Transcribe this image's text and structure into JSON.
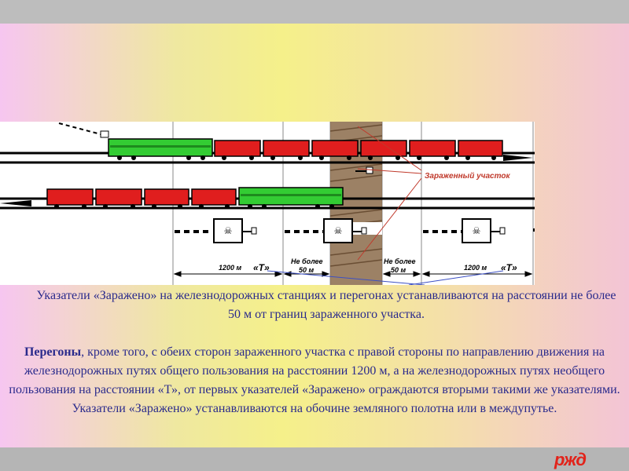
{
  "colors": {
    "text": "#2a2a8c",
    "accent_red": "#e2231a",
    "car_red": "#e01e1e",
    "locomotive_green": "#33cc33",
    "contaminated_zone": "#8b6b4a"
  },
  "logo": {
    "text": "ржд"
  },
  "diagram": {
    "contaminated_label": "Зараженный участок",
    "dist_1200_left": "1200 м",
    "dist_t_left": "«Т»",
    "dist_not_more_left": "Не более",
    "dist_50_left": "50 м",
    "dist_not_more_right": "Не более",
    "dist_50_right": "50 м",
    "dist_1200_right": "1200 м",
    "dist_t_right": "«Т»",
    "sign_text": "ЗАРАЖЕНО"
  },
  "text": {
    "para1": "Указатели «Заражено» на железнодорожных станциях и перегонах устанавливаются на расстоянии не более 50 м от границ зараженного участка.",
    "para2_bold": "Перегоны",
    "para2_rest": ", кроме того, с обеих сторон зараженного участка с правой стороны по направлению движения на железнодорожных путях общего пользования на расстоянии 1200 м, а на железнодорожных путях необщего пользования на расстоянии «Т», от первых указателей «Заражено» ограждаются вторыми такими же указателями. Указатели «Заражено» устанавливаются на обочине земляного полотна или в междупутье."
  }
}
